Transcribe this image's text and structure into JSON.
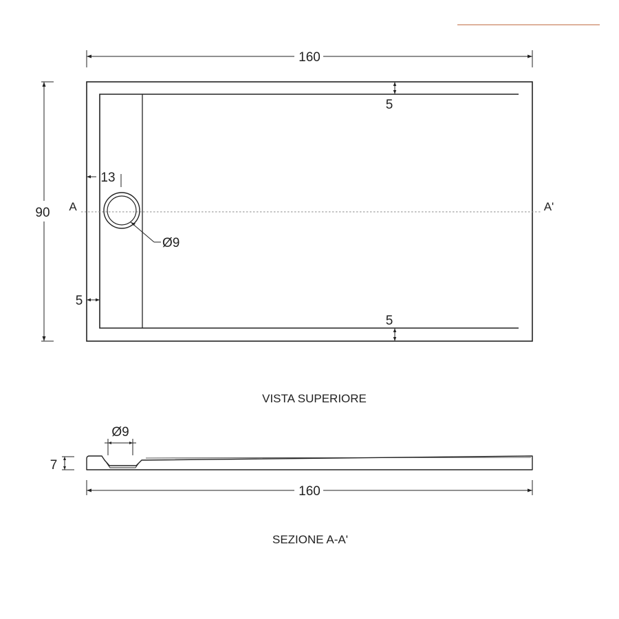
{
  "accent_color": "#d4977a",
  "line_color": "#222222",
  "top_view": {
    "title": "VISTA SUPERIORE",
    "width_label": "160",
    "height_label": "90",
    "rim_top_label": "5",
    "rim_bottom_label": "5",
    "rim_left_label": "5",
    "drain_offset_label": "13",
    "drain_diameter_label": "Ø9",
    "section_start_label": "A",
    "section_end_label": "A'"
  },
  "section_view": {
    "title": "SEZIONE A-A'",
    "width_label": "160",
    "height_label": "7",
    "drain_diameter_label": "Ø9"
  }
}
